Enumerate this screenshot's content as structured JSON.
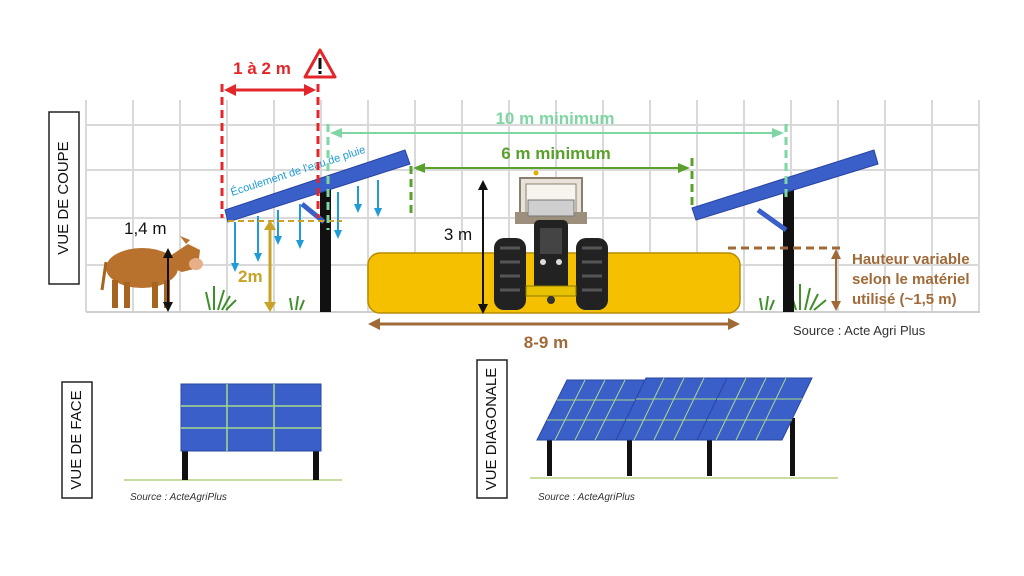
{
  "coupe": {
    "view_label": "VUE DE COUPE",
    "warning_distance": "1 à 2 m",
    "width_min": "10 m minimum",
    "inner_min": "6 m minimum",
    "rain_flow": "Écoulement de l'eau de pluie",
    "cow_height": "1,4 m",
    "panel_height": "2m",
    "tractor_height": "3 m",
    "track_width": "8-9 m",
    "variable_height": [
      "Hauteur variable",
      "selon le matériel",
      "utilisé (~1,5 m)"
    ],
    "source": "Source : Acte Agri Plus"
  },
  "face": {
    "view_label": "VUE DE FACE",
    "source": "Source : ActeAgriPlus"
  },
  "diagonale": {
    "view_label": "VUE DIAGONALE",
    "source": "Source : ActeAgriPlus"
  },
  "colors": {
    "red": "#e3262a",
    "light_green": "#7fd6a4",
    "green": "#5aa02c",
    "blue_text": "#1f9bd8",
    "brown": "#a06a38",
    "gold": "#c9a227",
    "panel": "#3b5fc8",
    "hay": "#f5c000"
  }
}
